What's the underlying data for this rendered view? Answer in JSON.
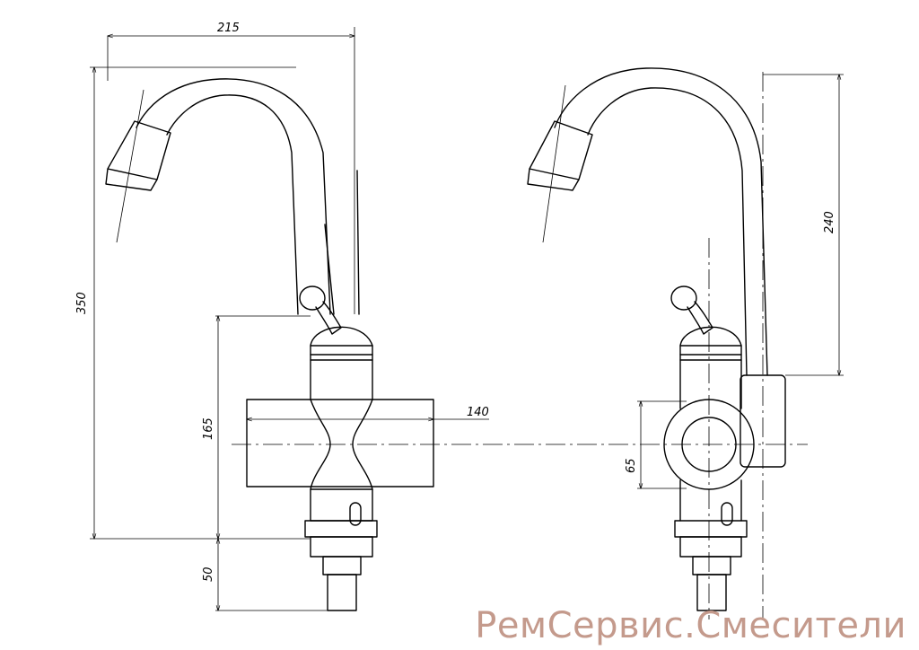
{
  "dimensions": {
    "total_reach": "215",
    "total_height": "350",
    "body_height": "165",
    "nut_width": "140",
    "thread_length": "50",
    "spout_height": "240",
    "heater_diameter": "65"
  },
  "watermark": "РемСервис.Смесители"
}
